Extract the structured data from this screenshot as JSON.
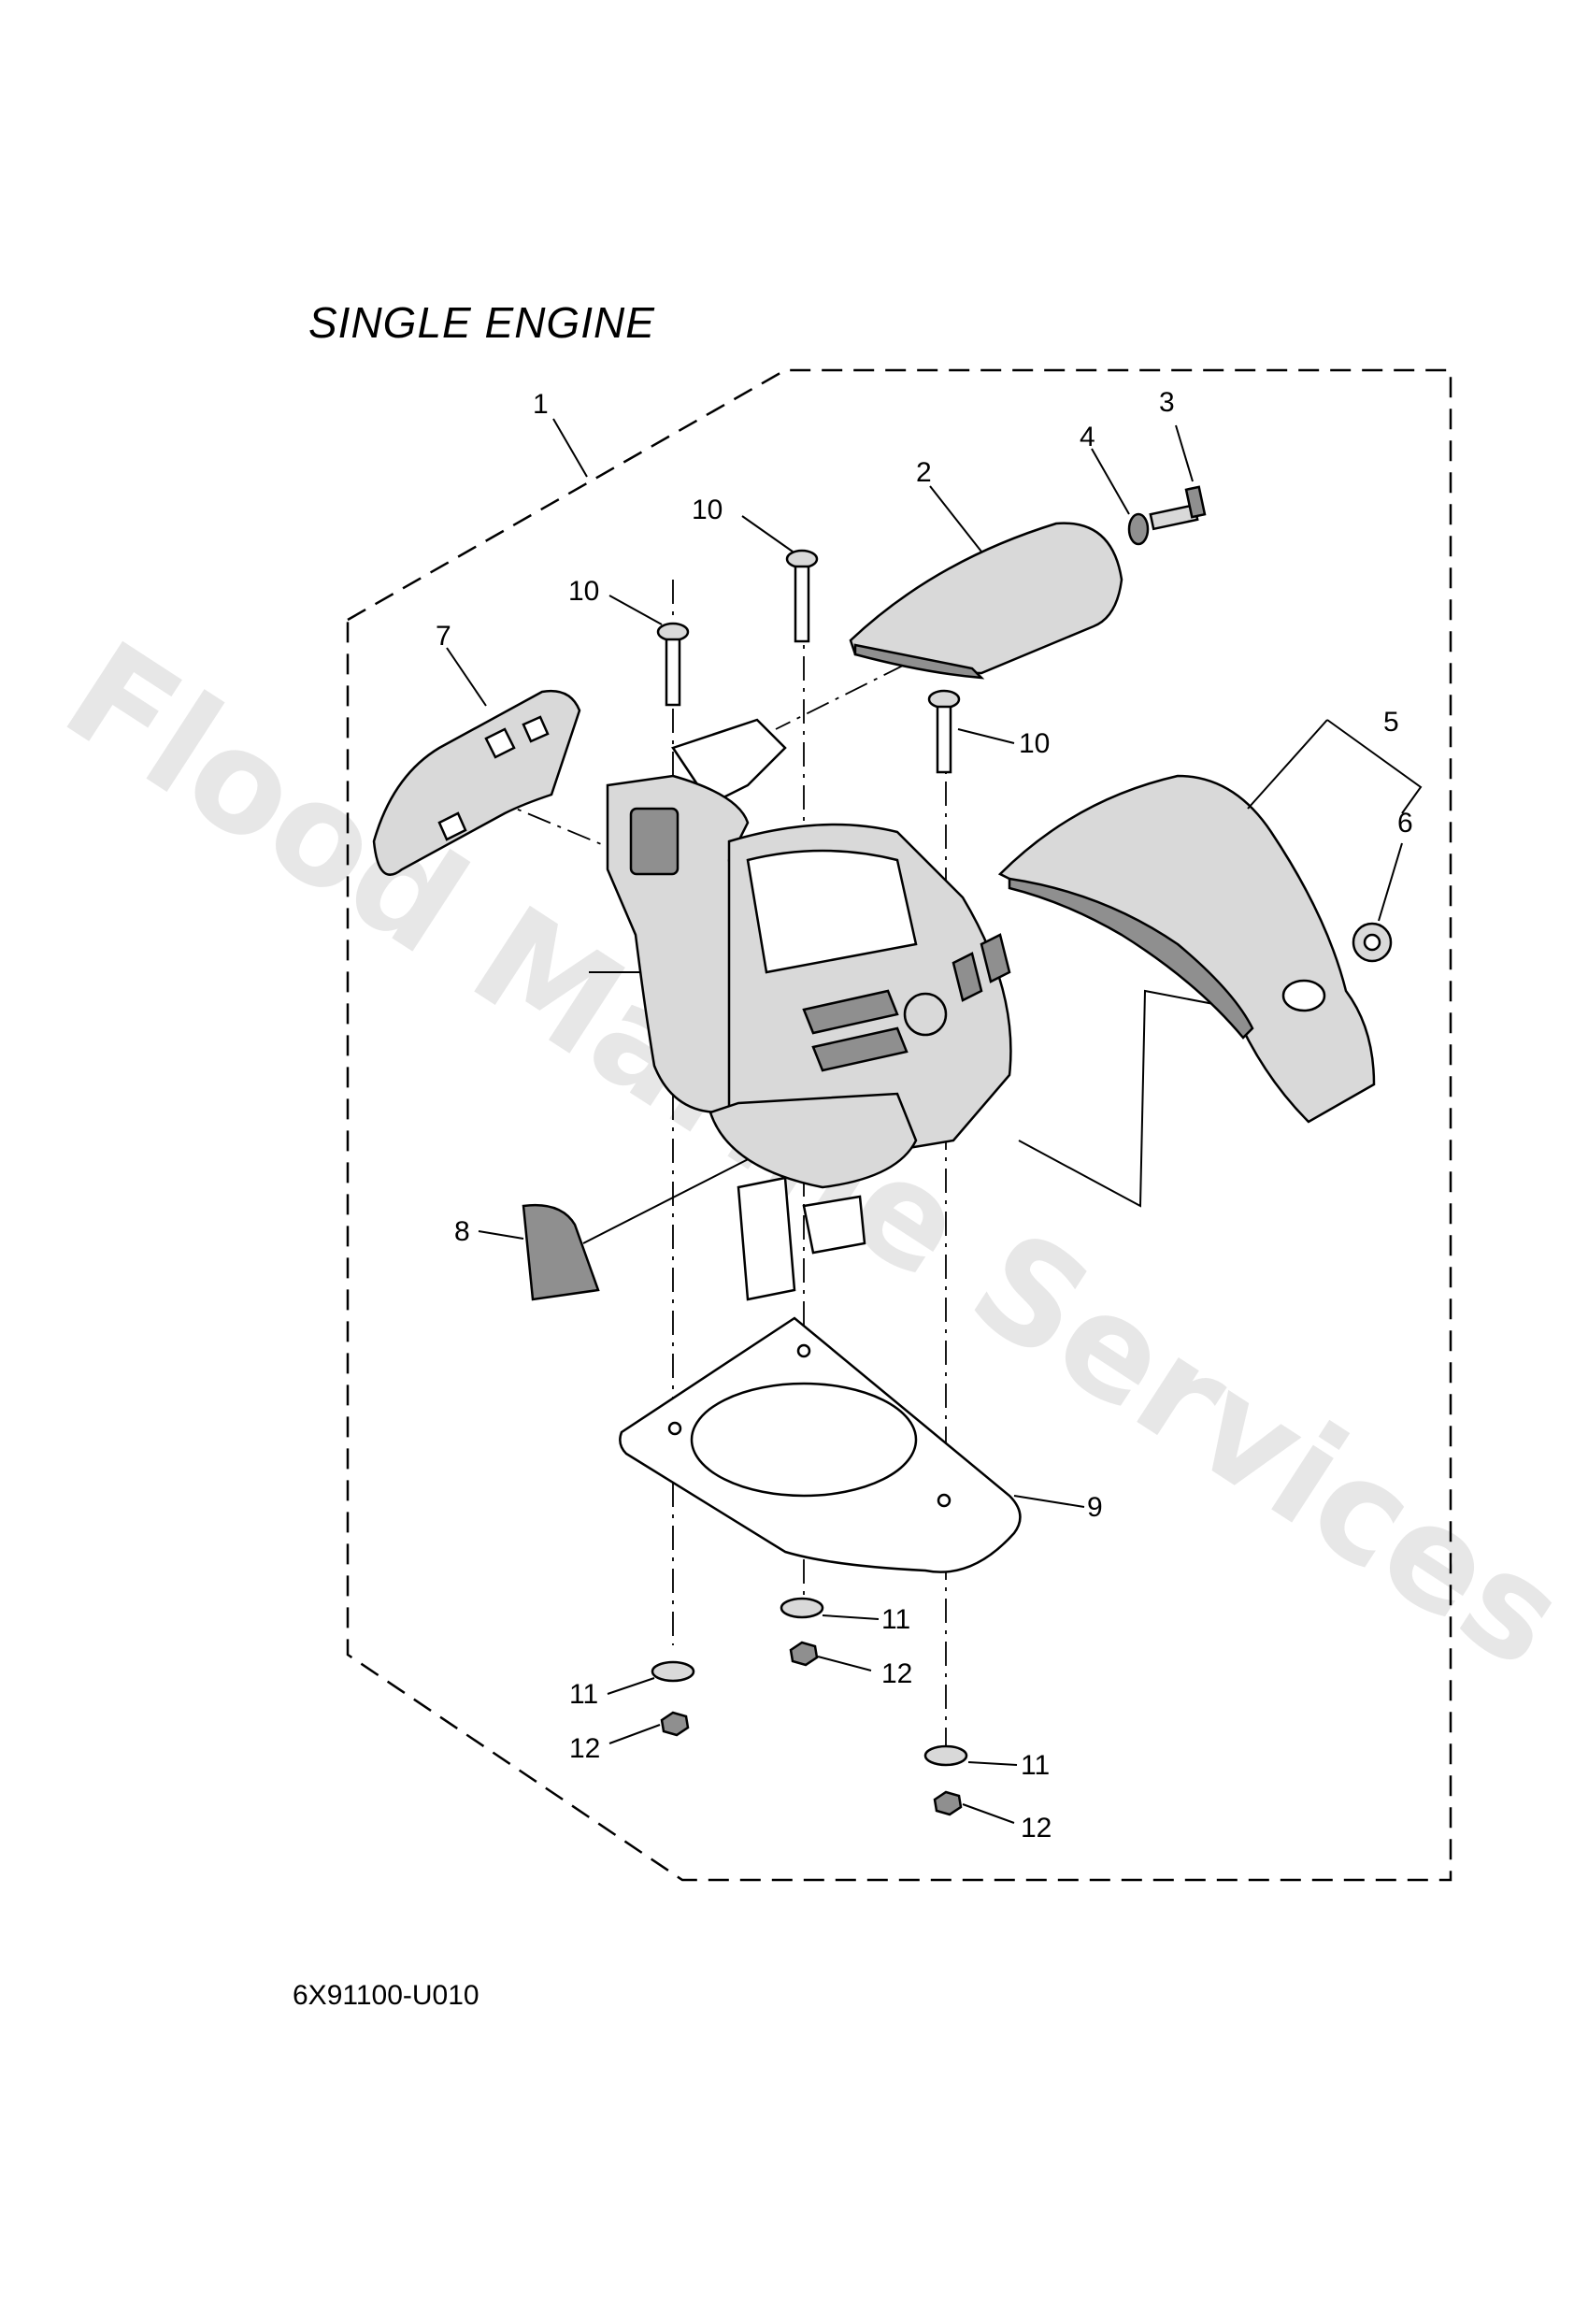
{
  "title": "SINGLE ENGINE",
  "diagram_code": "6X91100-U010",
  "watermark": "Flood Marine Services",
  "callouts": {
    "c1": "1",
    "c2": "2",
    "c3": "3",
    "c4": "4",
    "c5": "5",
    "c6": "6",
    "c7": "7",
    "c8": "8",
    "c9": "9",
    "c10a": "10",
    "c10b": "10",
    "c10c": "10",
    "c11a": "11",
    "c11b": "11",
    "c11c": "11",
    "c12a": "12",
    "c12b": "12",
    "c12c": "12"
  }
}
